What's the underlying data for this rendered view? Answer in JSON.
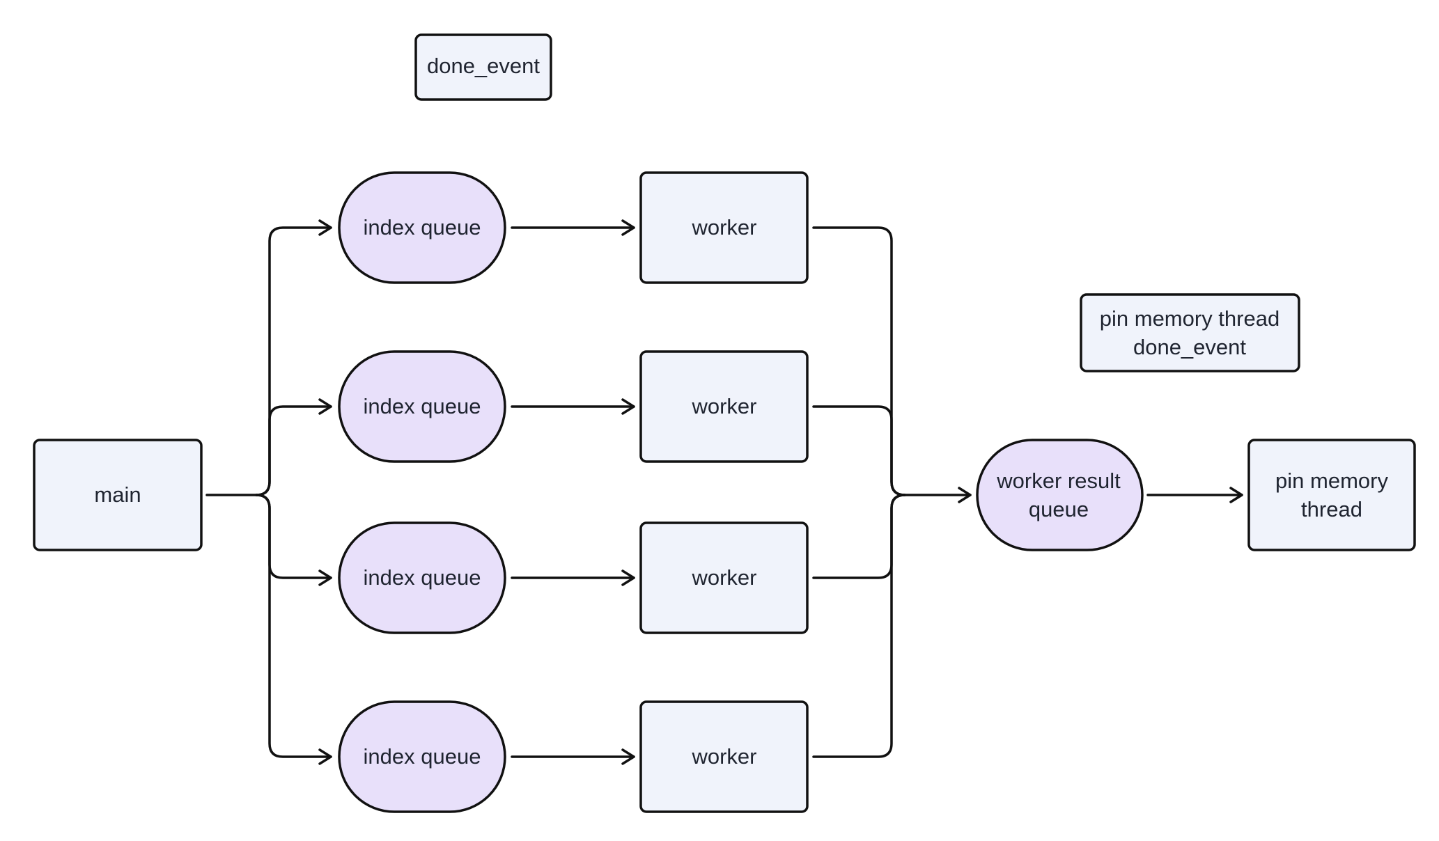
{
  "diagram": {
    "colors": {
      "box_fill": "#f0f3fb",
      "queue_fill": "#e8e0fa",
      "stroke": "#111111",
      "text": "#1f2430",
      "background": "#ffffff"
    },
    "nodes": {
      "done_event": {
        "label": "done_event"
      },
      "main": {
        "label": "main"
      },
      "index_queue_1": {
        "label": "index queue"
      },
      "index_queue_2": {
        "label": "index queue"
      },
      "index_queue_3": {
        "label": "index queue"
      },
      "index_queue_4": {
        "label": "index queue"
      },
      "worker_1": {
        "label": "worker"
      },
      "worker_2": {
        "label": "worker"
      },
      "worker_3": {
        "label": "worker"
      },
      "worker_4": {
        "label": "worker"
      },
      "pin_memory_done_event": {
        "line1": "pin memory thread",
        "line2": "done_event"
      },
      "worker_result_queue": {
        "line1": "worker result",
        "line2": "queue"
      },
      "pin_memory_thread": {
        "line1": "pin memory",
        "line2": "thread"
      }
    },
    "edges": [
      {
        "from": "main",
        "to": "index_queue_1"
      },
      {
        "from": "main",
        "to": "index_queue_2"
      },
      {
        "from": "main",
        "to": "index_queue_3"
      },
      {
        "from": "main",
        "to": "index_queue_4"
      },
      {
        "from": "index_queue_1",
        "to": "worker_1"
      },
      {
        "from": "index_queue_2",
        "to": "worker_2"
      },
      {
        "from": "index_queue_3",
        "to": "worker_3"
      },
      {
        "from": "index_queue_4",
        "to": "worker_4"
      },
      {
        "from": "worker_1",
        "to": "worker_result_queue"
      },
      {
        "from": "worker_2",
        "to": "worker_result_queue"
      },
      {
        "from": "worker_3",
        "to": "worker_result_queue"
      },
      {
        "from": "worker_4",
        "to": "worker_result_queue"
      },
      {
        "from": "worker_result_queue",
        "to": "pin_memory_thread"
      }
    ]
  }
}
